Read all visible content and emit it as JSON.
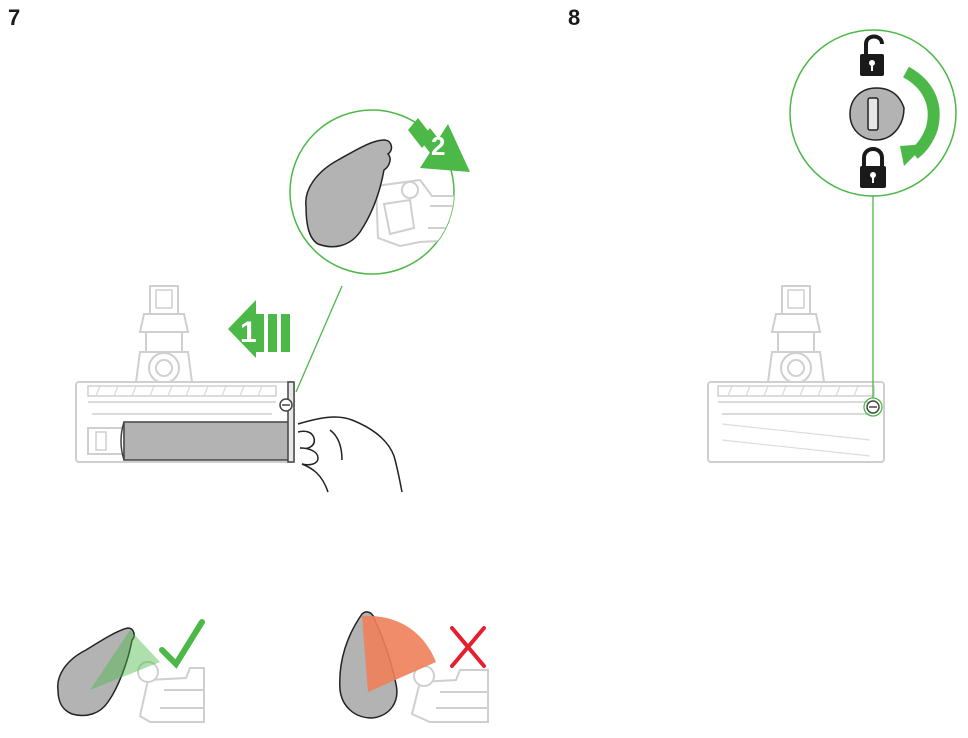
{
  "steps": [
    {
      "number": "7",
      "arrow_labels": [
        "1",
        "2"
      ]
    },
    {
      "number": "8"
    }
  ],
  "colors": {
    "accent_green": "#4cb848",
    "warning_red": "#e4202e",
    "part_gray": "#b3b3b3",
    "outline_light": "#cfcfcf",
    "wrong_overlay": "#f0805a"
  },
  "icons": {
    "correct": "check-mark-icon",
    "incorrect": "cross-mark-icon",
    "unlocked": "unlocked-padlock-icon",
    "locked": "locked-padlock-icon",
    "rotate": "rotate-arrow-icon"
  }
}
